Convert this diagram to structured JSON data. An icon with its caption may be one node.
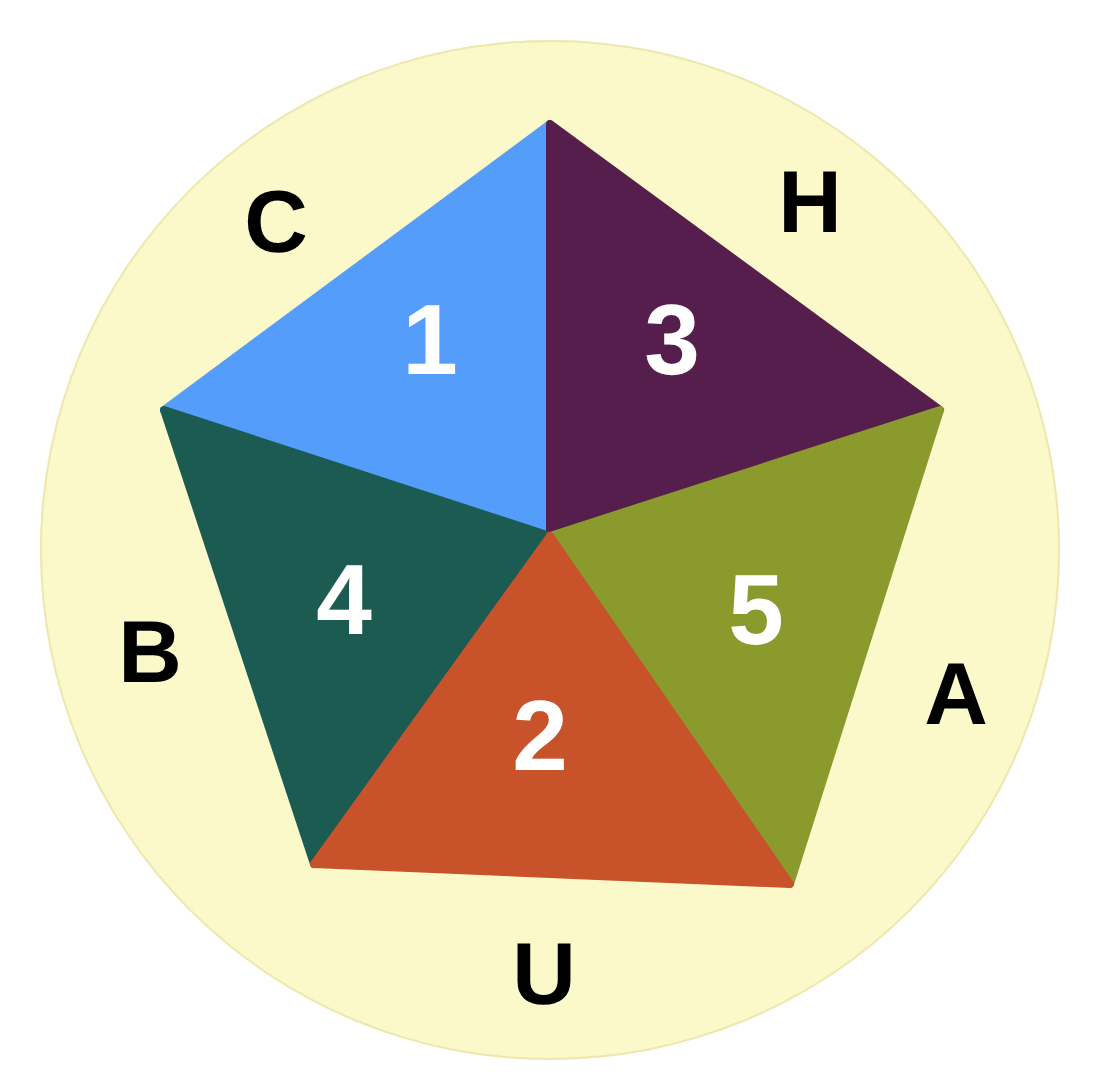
{
  "diagram": {
    "nodes": [
      {
        "text": [],
        "shape": "circle"
      },
      {
        "text": [
          "1"
        ],
        "in": 0
      },
      {
        "text": [
          "3"
        ],
        "in": 0
      },
      {
        "text": [
          "4"
        ],
        "in": 0
      },
      {
        "text": [
          "5"
        ],
        "in": 0
      },
      {
        "text": [
          "2"
        ],
        "in": 0
      }
    ],
    "labels": [
      "C",
      "H",
      "B",
      "A",
      "U"
    ]
  }
}
